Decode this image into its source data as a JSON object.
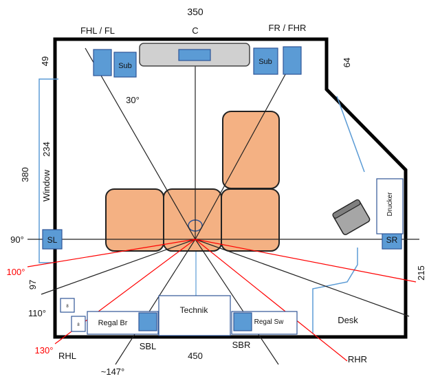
{
  "dimensions": {
    "top_width": "350",
    "bottom_width": "450",
    "left_upper": "49",
    "left_window_height": "380",
    "window_length": "234",
    "left_lower": "97",
    "right_diagonal": "64",
    "right_lower": "215"
  },
  "speakers": {
    "center": "C",
    "front_left": "FHL / FL",
    "front_right": "FR / FHR",
    "surround_left": "SL",
    "surround_right": "SR",
    "surround_back_left": "SBL",
    "surround_back_right": "SBR",
    "rear_height_left": "RHL",
    "rear_height_right": "RHR",
    "sub": "Sub"
  },
  "angles": {
    "front": "30°",
    "side": "90°",
    "red_100": "100°",
    "black_110": "110°",
    "red_130": "130°",
    "approx_147": "~147°"
  },
  "furniture": {
    "window": "Window",
    "printer": "Drucker",
    "tech_rack": "Technik",
    "shelf_left": "Regal Br",
    "shelf_right": "Regal Sw",
    "desk": "Desk",
    "small_box": "8"
  },
  "colors": {
    "speaker_fill": "#5b9bd5",
    "speaker_stroke": "#2f5597",
    "sofa_fill": "#f4b183",
    "red_line": "#ff0000",
    "light_blue_line": "#5b9bd5",
    "angle_red_text": "#ff0000"
  }
}
